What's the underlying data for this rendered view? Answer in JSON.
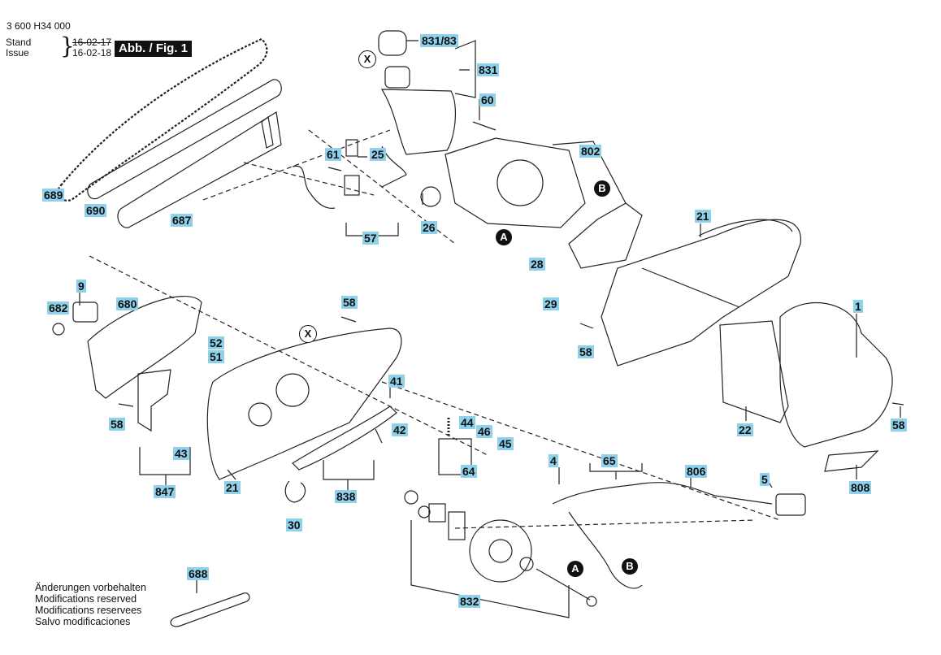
{
  "header": {
    "doc_number": "3 600 H34 000",
    "stand_label": "Stand",
    "issue_label": "Issue",
    "old_date": "16-02-17",
    "new_date": "16-02-18",
    "figure_label": "Abb. / Fig. 1"
  },
  "parts": {
    "p831_83": "831/83",
    "p831": "831",
    "p60": "60",
    "p802": "802",
    "p61": "61",
    "p25": "25",
    "p26": "26",
    "p57": "57",
    "p689": "689",
    "p690": "690",
    "p687": "687",
    "p21a": "21",
    "p28": "28",
    "p29": "29",
    "p58a": "58",
    "p1": "1",
    "p9": "9",
    "p682": "682",
    "p680": "680",
    "p58b": "58",
    "p52": "52",
    "p51": "51",
    "p41": "41",
    "p58c": "58",
    "p42": "42",
    "p44": "44",
    "p46": "46",
    "p45": "45",
    "p64": "64",
    "p22": "22",
    "p58d": "58",
    "p43": "43",
    "p847": "847",
    "p21b": "21",
    "p838": "838",
    "p30": "30",
    "p4": "4",
    "p65": "65",
    "p806": "806",
    "p5": "5",
    "p808": "808",
    "p832": "832",
    "p688": "688"
  },
  "markers": {
    "a1": "A",
    "b1": "B",
    "a2": "A",
    "b2": "B",
    "x1": "X",
    "x2": "X"
  },
  "notes": [
    "Änderungen vorbehalten",
    "Modifications reserved",
    "Modifications reservees",
    "Salvo modificaciones"
  ],
  "colors": {
    "label_background": "#8fd0ea",
    "ink": "#111111"
  }
}
